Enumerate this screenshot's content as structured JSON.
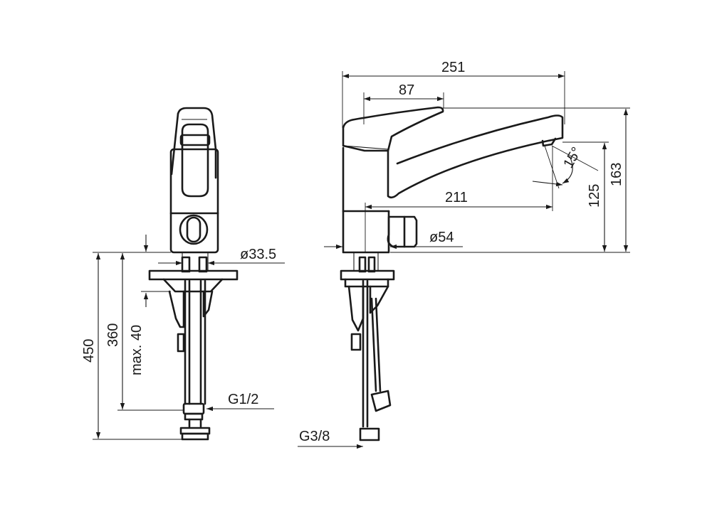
{
  "drawing": {
    "dimensions": {
      "d251": "251",
      "d87": "87",
      "d211": "211",
      "d163": "163",
      "d125": "125",
      "angle": "15°",
      "dia54": "ø54",
      "dia33": "ø33.5",
      "d450": "450",
      "d360": "360",
      "max40": "max. 40",
      "g12": "G1/2",
      "g38": "G3/8"
    }
  }
}
